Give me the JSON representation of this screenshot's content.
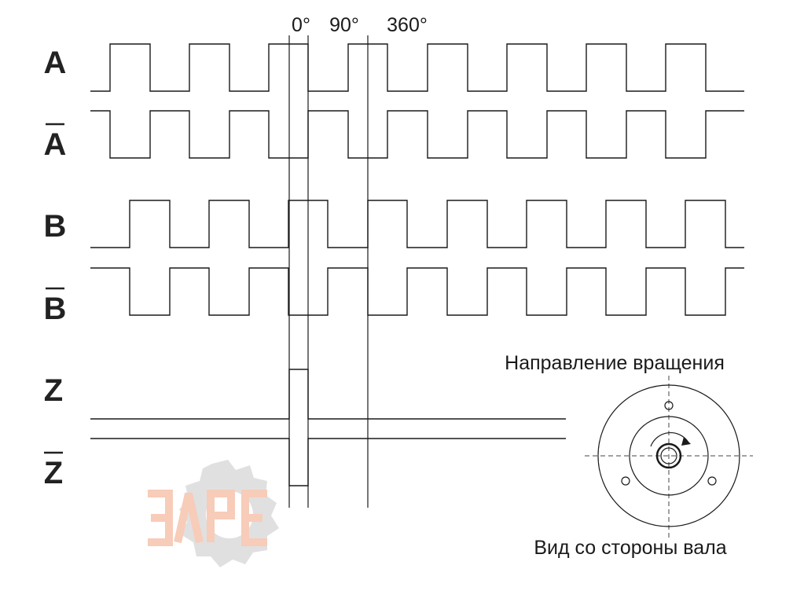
{
  "signals": [
    {
      "id": "A",
      "label": "A",
      "overbar": false
    },
    {
      "id": "A_inv",
      "label": "A",
      "overbar": true
    },
    {
      "id": "B",
      "label": "B",
      "overbar": false
    },
    {
      "id": "B_inv",
      "label": "B",
      "overbar": true
    },
    {
      "id": "Z",
      "label": "Z",
      "overbar": false
    },
    {
      "id": "Z_inv",
      "label": "Z",
      "overbar": true
    }
  ],
  "angle_marks": [
    "0°",
    "90°",
    "360°"
  ],
  "rotation_caption": "Направление вращения",
  "shaft_caption": "Вид со стороны вала",
  "colors": {
    "line": "#1a1a1a",
    "label": "#222222",
    "watermark_gear": "#c8c8c8",
    "watermark_letters": "#f2b79a"
  },
  "watermark": {
    "text": "ЭЛРЕ"
  }
}
